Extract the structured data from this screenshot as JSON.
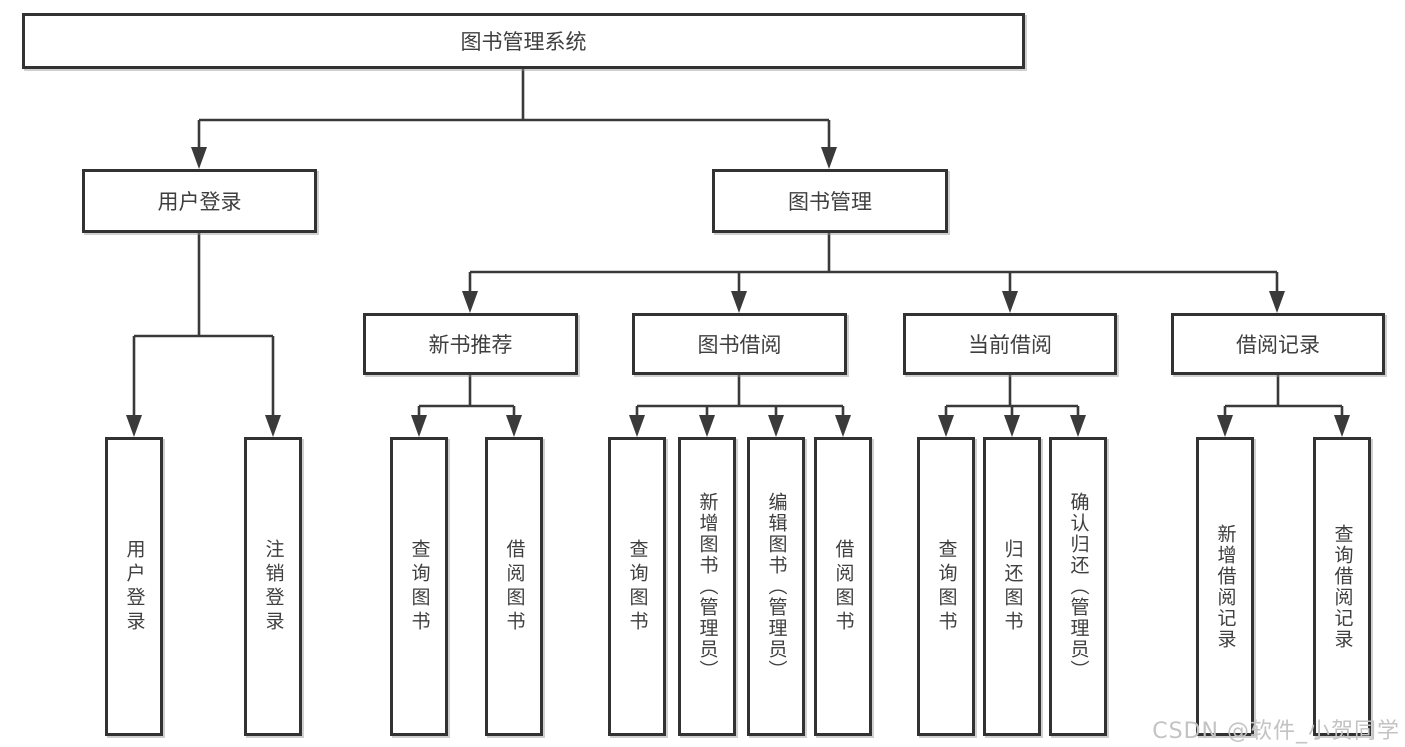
{
  "diagram": {
    "root": {
      "label": "图书管理系统"
    },
    "level2": [
      {
        "label": "用户登录"
      },
      {
        "label": "图书管理"
      }
    ],
    "level3": [
      {
        "label": "新书推荐",
        "parent": "图书管理"
      },
      {
        "label": "图书借阅",
        "parent": "图书管理"
      },
      {
        "label": "当前借阅",
        "parent": "图书管理"
      },
      {
        "label": "借阅记录",
        "parent": "图书管理"
      }
    ],
    "leaves": [
      {
        "label": "用户登录",
        "parent": "用户登录"
      },
      {
        "label": "注销登录",
        "parent": "用户登录"
      },
      {
        "label": "查询图书",
        "parent": "新书推荐"
      },
      {
        "label": "借阅图书",
        "parent": "新书推荐"
      },
      {
        "label": "查询图书",
        "parent": "图书借阅"
      },
      {
        "label": "新增图书（管理员）",
        "parent": "图书借阅"
      },
      {
        "label": "编辑图书（管理员）",
        "parent": "图书借阅"
      },
      {
        "label": "借阅图书",
        "parent": "图书借阅"
      },
      {
        "label": "查询图书",
        "parent": "当前借阅"
      },
      {
        "label": "归还图书",
        "parent": "当前借阅"
      },
      {
        "label": "确认归还（管理员）",
        "parent": "当前借阅"
      },
      {
        "label": "新增借阅记录",
        "parent": "借阅记录"
      },
      {
        "label": "查询借阅记录",
        "parent": "借阅记录"
      }
    ],
    "colors": {
      "box_border": "#323232",
      "connector_line": "#3a3a3a",
      "text": "#3f3f3f",
      "box_fill": "#ffffff"
    }
  },
  "watermark": {
    "text": "CSDN @软件_小贺同学",
    "color": "#c3c3c3"
  }
}
